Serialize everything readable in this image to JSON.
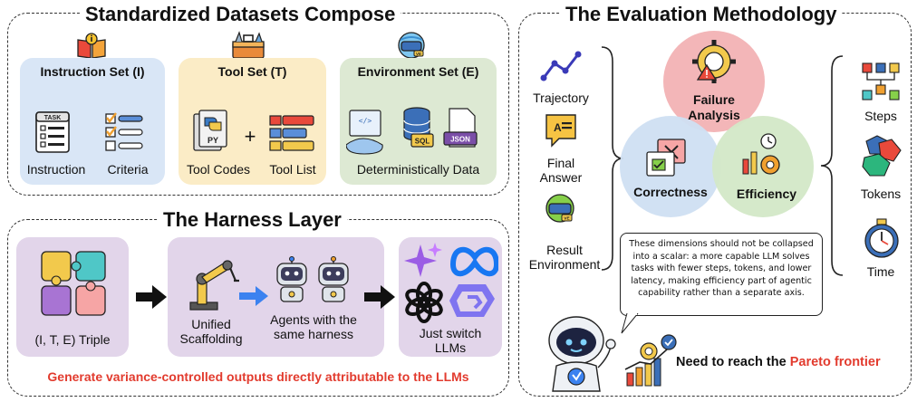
{
  "datasets": {
    "title": "Standardized Datasets Compose",
    "instruction_set": {
      "title": "Instruction Set (I)",
      "item1": "Instruction",
      "item2": "Criteria",
      "task_text": "TASK"
    },
    "tool_set": {
      "title": "Tool Set (T)",
      "item1": "Tool Codes",
      "item2": "Tool List",
      "plus": "+",
      "py_text": "PY"
    },
    "environment_set": {
      "title": "Environment Set (E)",
      "item": "Deterministically Data",
      "sql_text": "SQL",
      "json_text": "JSON"
    }
  },
  "harness": {
    "title": "The Harness Layer",
    "triple_label": "(I, T, E) Triple",
    "scaffolding_label": "Unified Scaffolding",
    "agents_label": "Agents with the same harness",
    "switch_label": "Just switch LLMs",
    "footer": "Generate variance-controlled outputs directly attributable to the LLMs"
  },
  "evaluation": {
    "title": "The Evaluation Methodology",
    "inputs": [
      "Trajectory",
      "Final Answer",
      "Result Environment"
    ],
    "circles": [
      "Failure Analysis",
      "Correctness",
      "Efficiency"
    ],
    "metrics": [
      "Steps",
      "Tokens",
      "Time"
    ],
    "note": "These dimensions should not be collapsed into a scalar: a more capable LLM solves tasks with fewer steps, tokens, and lower latency, making efficiency part of agentic capability rather than a separate axis.",
    "pareto_prefix": "Need to reach the ",
    "pareto_highlight": "Pareto frontier"
  },
  "colors": {
    "instruction_panel": "#d9e6f6",
    "tool_panel": "#fbecc6",
    "environment_panel": "#dde9d3",
    "harness_panel": "#e2d5ea",
    "failure_circle": "#f3b6b8",
    "correctness_circle": "#cfe0f3",
    "efficiency_circle": "#d3e8c8",
    "accent_red": "#e23b2e"
  },
  "icons": {
    "instruction_set": "book-info-icon",
    "tool_set": "toolbox-icon",
    "environment_set": "vr-environment-icon",
    "instruction": "task-document-icon",
    "criteria": "checklist-icon",
    "tool_codes": "python-file-icon",
    "tool_list": "numbered-list-icon",
    "env_data": "code-database-json-icon",
    "triple": "puzzle-pieces-icon",
    "scaffolding": "robot-arm-icon",
    "agents": "twin-robots-icon",
    "llms": "llm-logos-icon",
    "trajectory": "trajectory-line-icon",
    "final_answer": "answer-document-icon",
    "result_environment": "vr-environment-icon",
    "failure": "gear-warning-icon",
    "correctness": "check-window-icon",
    "efficiency": "chart-gear-icon",
    "steps": "flowchart-icon",
    "tokens": "gems-icon",
    "time": "stopwatch-icon",
    "mascot": "robot-mascot-icon",
    "growth": "growth-chart-icon"
  }
}
